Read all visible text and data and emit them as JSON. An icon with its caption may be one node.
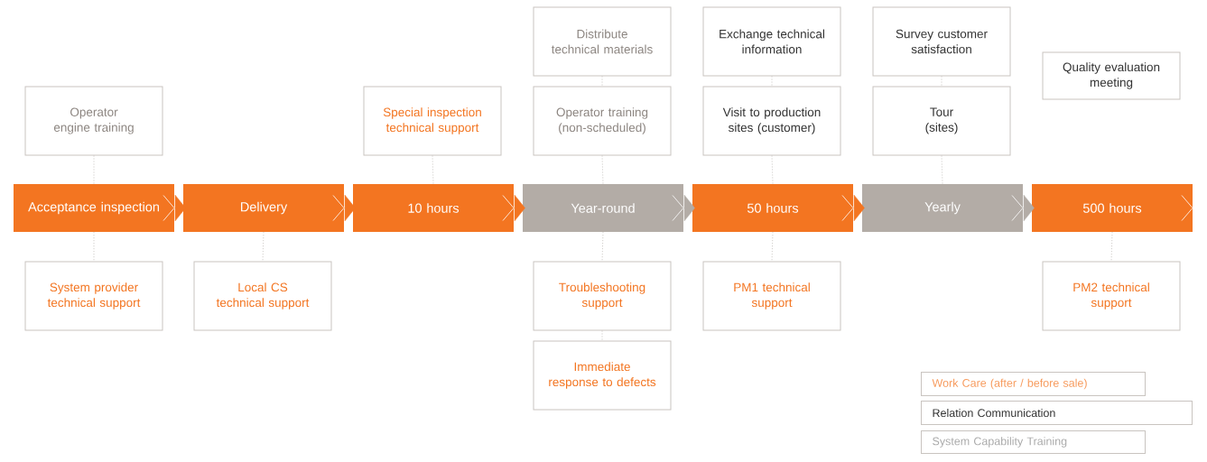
{
  "diagram": {
    "nodes": [
      {
        "text": [
          "Distribute technical materials"
        ]
      },
      {
        "text": [
          "Exchange technical information"
        ]
      },
      {
        "text": [
          "Survey customer satisfaction"
        ]
      },
      {
        "text": [
          "Quality evaluation meeting"
        ]
      },
      {
        "text": [
          "Operator engine training"
        ]
      },
      {
        "text": [
          "Special inspection technical support"
        ]
      },
      {
        "text": [
          "Operator training (non-scheduled)"
        ]
      },
      {
        "text": [
          "Visit to production sites (customer)"
        ]
      },
      {
        "text": [
          "Tour (sites)"
        ]
      },
      {
        "text": [
          "Acceptance inspection"
        ]
      },
      {
        "text": [
          "Delivery"
        ]
      },
      {
        "text": [
          "10 hours"
        ]
      },
      {
        "text": [
          "Year-round"
        ]
      },
      {
        "text": [
          "50 hours"
        ]
      },
      {
        "text": [
          "Yearly"
        ]
      },
      {
        "text": [
          "500 hours"
        ]
      },
      {
        "text": [
          "System provider technical support"
        ]
      },
      {
        "text": [
          "Local CS technical support"
        ]
      },
      {
        "text": [
          "Troubleshooting support"
        ]
      },
      {
        "text": [
          "PM1 technical support"
        ]
      },
      {
        "text": [
          "PM2 technical support"
        ]
      },
      {
        "text": [
          "Immediate response to defects"
        ]
      }
    ],
    "edges": [
      {
        "from": 9,
        "to": 10,
        "arrow": "to",
        "color": "#f37521"
      },
      {
        "from": 10,
        "to": 11,
        "arrow": "to",
        "color": "#f37521"
      },
      {
        "from": 11,
        "to": 12,
        "arrow": "to",
        "color": "#f37521"
      },
      {
        "from": 12,
        "to": 13,
        "arrow": "to",
        "color": "#b3aca6"
      },
      {
        "from": 13,
        "to": 14,
        "arrow": "to",
        "color": "#f37521"
      },
      {
        "from": 14,
        "to": 15,
        "arrow": "to",
        "color": "#b3aca6"
      },
      {
        "from": 0,
        "to": 6,
        "arrow": "none",
        "style": "dashed",
        "color": "#c0bcb8"
      },
      {
        "from": 1,
        "to": 7,
        "arrow": "none",
        "style": "dashed",
        "color": "#c0bcb8"
      },
      {
        "from": 2,
        "to": 8,
        "arrow": "none",
        "style": "dashed",
        "color": "#c0bcb8"
      },
      {
        "from": 4,
        "to": 9,
        "arrow": "none",
        "style": "dashed",
        "color": "#c0bcb8"
      },
      {
        "from": 5,
        "to": 11,
        "arrow": "none",
        "style": "dashed",
        "color": "#c0bcb8"
      },
      {
        "from": 6,
        "to": 12,
        "arrow": "none",
        "style": "dashed",
        "color": "#c0bcb8"
      },
      {
        "from": 7,
        "to": 13,
        "arrow": "none",
        "style": "dashed",
        "color": "#c0bcb8"
      },
      {
        "from": 8,
        "to": 14,
        "arrow": "none",
        "style": "dashed",
        "color": "#c0bcb8"
      },
      {
        "from": 9,
        "to": 16,
        "arrow": "none",
        "style": "dashed",
        "color": "#c0bcb8"
      },
      {
        "from": 10,
        "to": 17,
        "arrow": "none",
        "style": "dashed",
        "color": "#c0bcb8"
      },
      {
        "from": 12,
        "to": 18,
        "arrow": "none",
        "style": "dashed",
        "color": "#c0bcb8"
      },
      {
        "from": 18,
        "to": 21,
        "arrow": "none",
        "style": "dashed",
        "color": "#c0bcb8"
      },
      {
        "from": 13,
        "to": 19,
        "arrow": "none",
        "style": "dashed",
        "color": "#c0bcb8"
      },
      {
        "from": 15,
        "to": 20,
        "arrow": "none",
        "style": "dashed",
        "color": "#c0bcb8"
      }
    ],
    "legend": [
      {
        "text": "Work Care (after / before sale)"
      },
      {
        "text": "Relation Communication"
      },
      {
        "text": "System Capability Training"
      }
    ]
  }
}
